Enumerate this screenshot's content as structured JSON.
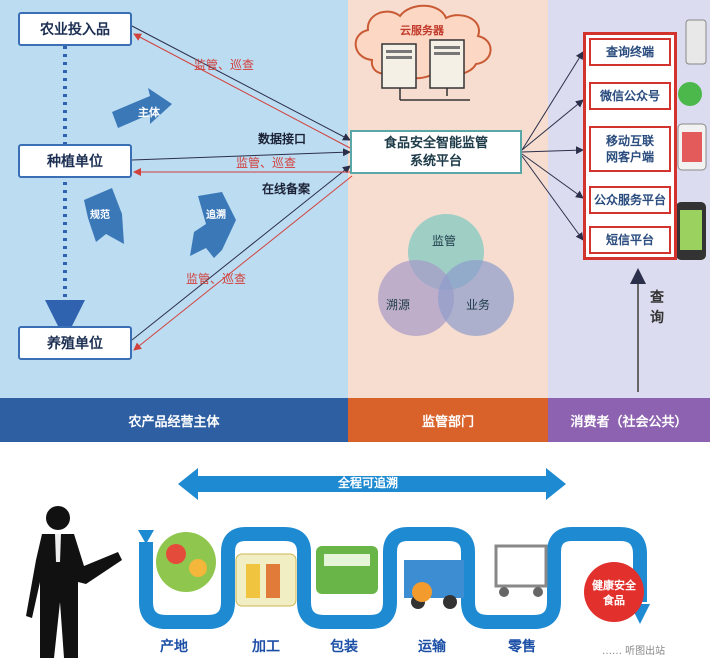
{
  "producers": {
    "input_label": "农业投入品",
    "planting_label": "种植单位",
    "breeding_label": "养殖单位",
    "cycle_arrow_main": "主体",
    "cycle_arrow_right": "追溯",
    "cycle_arrow_left": "规范",
    "band_label": "农产品经营主体"
  },
  "links": {
    "supervise_top": "监管、巡查",
    "supervise_mid": "监管、巡查",
    "supervise_bottom": "监管、巡查",
    "data_interface": "数据接口",
    "online_record": "在线备案"
  },
  "supervision": {
    "cloud_label": "云服务器",
    "platform_line1": "食品安全智能监管",
    "platform_line2": "系统平台",
    "venn_top": "监管",
    "venn_left": "溯源",
    "venn_right": "业务",
    "band_label": "监管部门"
  },
  "consumers": {
    "items": [
      "查询终端",
      "微信公众号",
      "移动互联网客户端",
      "公众服务平台",
      "短信平台"
    ],
    "item_lines": [
      [
        "查询终端"
      ],
      [
        "微信公众号"
      ],
      [
        "移动互联",
        "网客户端"
      ],
      [
        "公众服务平台"
      ],
      [
        "短信平台"
      ]
    ],
    "query_label": "查询",
    "band_label": "消费者（社会公共）"
  },
  "flow": {
    "trace_label": "全程可追溯",
    "steps": [
      "产地",
      "加工",
      "包装",
      "运输",
      "零售"
    ],
    "final_line1": "健康安全",
    "final_line2": "食品"
  },
  "watermark": "…… 听图出站"
}
